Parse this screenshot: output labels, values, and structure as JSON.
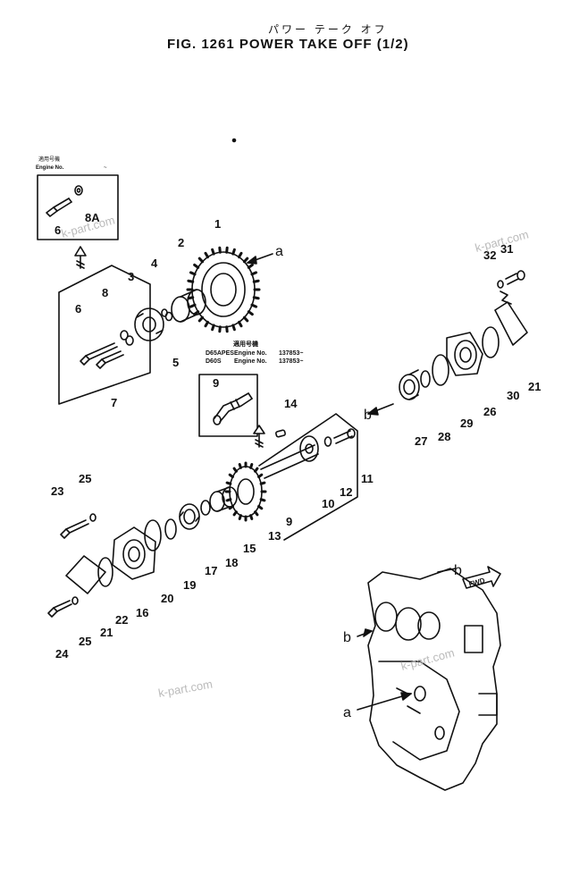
{
  "header": {
    "jp_subtitle": "パワー テーク オフ",
    "title": "FIG. 1261  POWER TAKE OFF (1/2)"
  },
  "watermark": "k-part.com",
  "insets": {
    "left_small": {
      "jp": "適用号機",
      "engine": "Engine No.",
      "tilde": "~"
    },
    "right": {
      "jp": "適用号機",
      "lines": [
        {
          "model": "D65APES",
          "engine": "Engine No.",
          "value": "137853~"
        },
        {
          "model": "D60S",
          "engine": "Engine No.",
          "value": "137853~"
        }
      ]
    }
  },
  "fwd_label": "FWD",
  "letters": {
    "a": "a",
    "b": "b"
  },
  "callouts": [
    {
      "id": "c1",
      "text": "1"
    },
    {
      "id": "c2",
      "text": "2"
    },
    {
      "id": "c3",
      "text": "3"
    },
    {
      "id": "c4",
      "text": "4"
    },
    {
      "id": "c5",
      "text": "5"
    },
    {
      "id": "c6a",
      "text": "6"
    },
    {
      "id": "c6b",
      "text": "6"
    },
    {
      "id": "c7",
      "text": "7"
    },
    {
      "id": "c8",
      "text": "8"
    },
    {
      "id": "c8a",
      "text": "8A"
    },
    {
      "id": "c9a",
      "text": "9"
    },
    {
      "id": "c9b",
      "text": "9"
    },
    {
      "id": "c10",
      "text": "10"
    },
    {
      "id": "c11",
      "text": "11"
    },
    {
      "id": "c12",
      "text": "12"
    },
    {
      "id": "c13",
      "text": "13"
    },
    {
      "id": "c14",
      "text": "14"
    },
    {
      "id": "c15",
      "text": "15"
    },
    {
      "id": "c16",
      "text": "16"
    },
    {
      "id": "c17",
      "text": "17"
    },
    {
      "id": "c18",
      "text": "18"
    },
    {
      "id": "c19",
      "text": "19"
    },
    {
      "id": "c20",
      "text": "20"
    },
    {
      "id": "c21a",
      "text": "21"
    },
    {
      "id": "c21b",
      "text": "21"
    },
    {
      "id": "c22",
      "text": "22"
    },
    {
      "id": "c23",
      "text": "23"
    },
    {
      "id": "c24",
      "text": "24"
    },
    {
      "id": "c25a",
      "text": "25"
    },
    {
      "id": "c25b",
      "text": "25"
    },
    {
      "id": "c26",
      "text": "26"
    },
    {
      "id": "c27",
      "text": "27"
    },
    {
      "id": "c28",
      "text": "28"
    },
    {
      "id": "c29",
      "text": "29"
    },
    {
      "id": "c30",
      "text": "30"
    },
    {
      "id": "c31",
      "text": "31"
    },
    {
      "id": "c32",
      "text": "32"
    }
  ]
}
